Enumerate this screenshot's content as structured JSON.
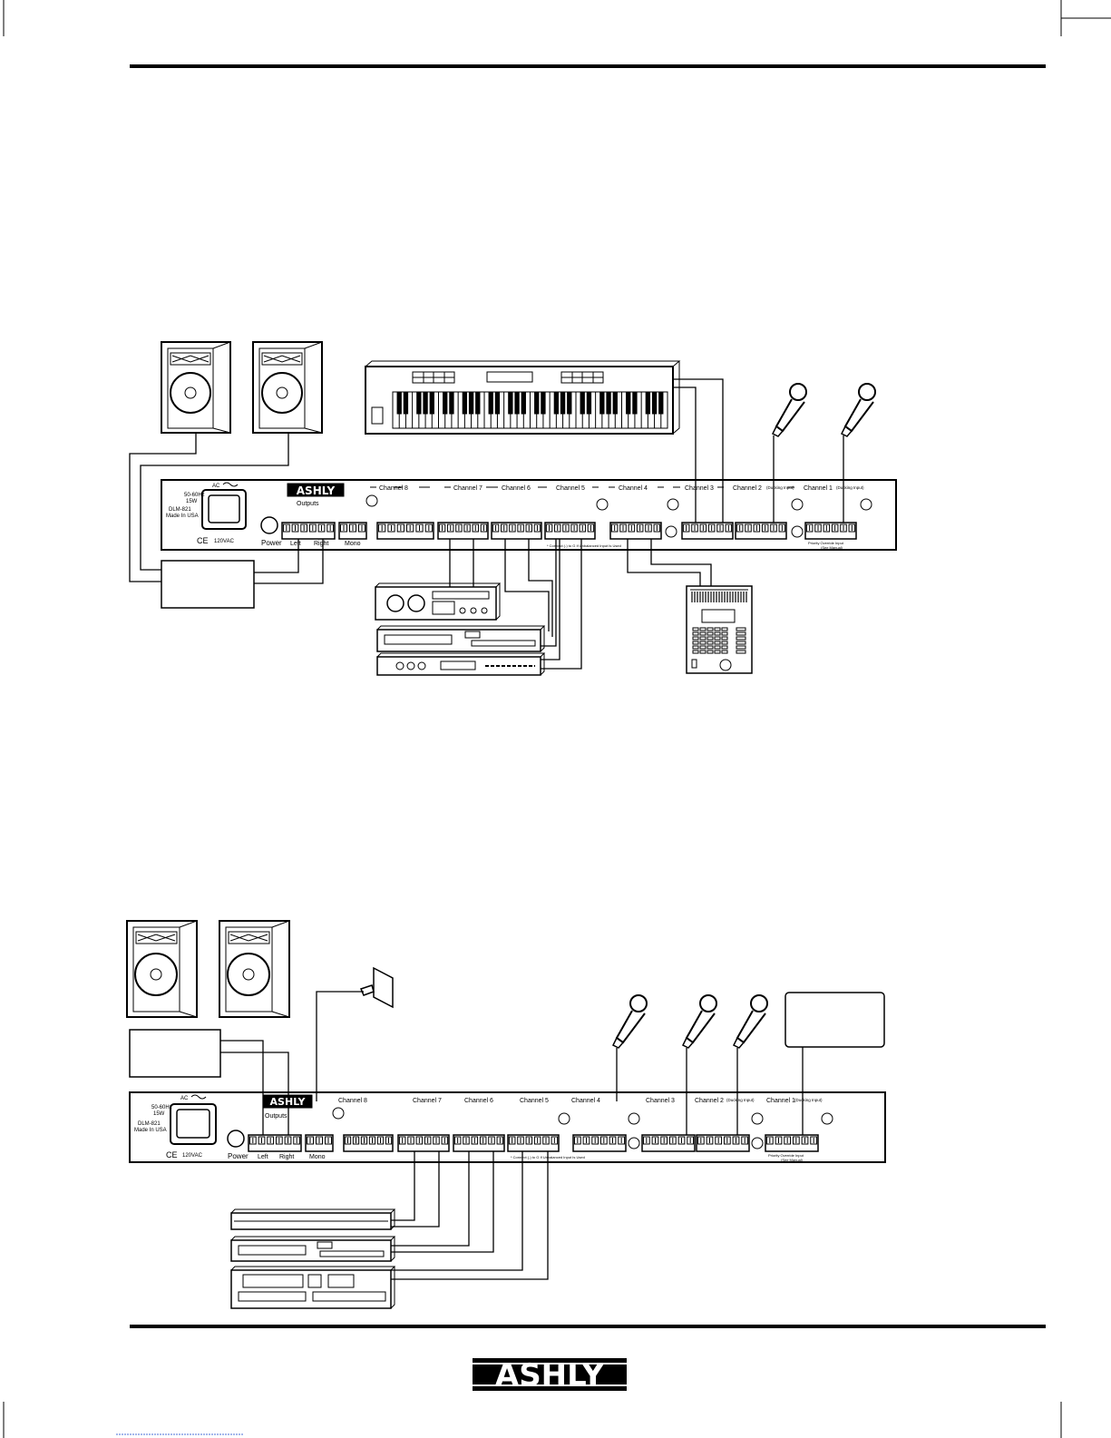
{
  "brand": "ASHLY",
  "colors": {
    "ink": "#000000",
    "paper": "#ffffff"
  },
  "panel": {
    "power_spec": [
      "50-60Hz",
      "15W"
    ],
    "model": [
      "DLM-821",
      "Made In USA"
    ],
    "ac_label": "AC",
    "voltage": "120VAC",
    "ce": "CE",
    "power_label": "Power",
    "outputs_label": "Outputs",
    "left_label": "Left",
    "right_label": "Right",
    "mono_label": "Mono",
    "channels": [
      "Channel 8",
      "Channel 7",
      "Channel 6",
      "Channel 5",
      "Channel 4",
      "Channel 3",
      "Channel 2",
      "Channel 1"
    ],
    "ducking_tag": "(Ducking Input)",
    "unbalanced_note": "* Connect (-) to G If Unbalanced Input Is Used",
    "priority_note": "Priority Override Input",
    "see_manual": "(See Manual)"
  },
  "devices": {
    "speakers": "speaker-icon",
    "keyboard": "keyboard-icon",
    "microphone": "microphone-icon",
    "amplifier": "amplifier-icon",
    "cassette_deck": "cassette-deck-icon",
    "cd_player": "cd-player-icon",
    "drum_machine": "drum-machine-icon",
    "wall_outlet": "wall-outlet-icon"
  }
}
